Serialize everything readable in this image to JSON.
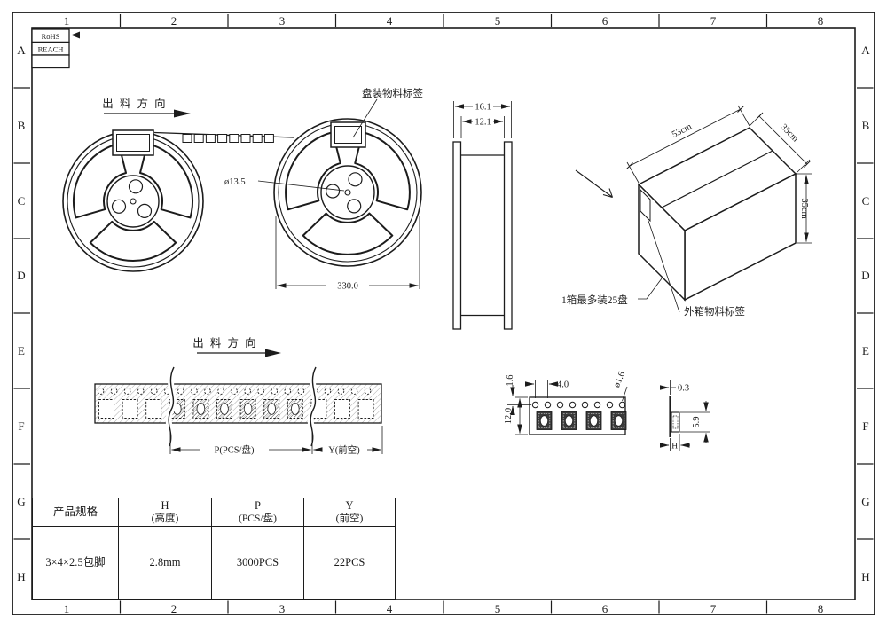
{
  "sheet": {
    "grid_cols": [
      "1",
      "2",
      "3",
      "4",
      "5",
      "6",
      "7",
      "8"
    ],
    "grid_rows": [
      "A",
      "B",
      "C",
      "D",
      "E",
      "F",
      "G",
      "H"
    ],
    "compliance": {
      "line1": "RoHS",
      "line2": "REACH"
    }
  },
  "annotations": {
    "flow_direction_top": "出 料 方 向",
    "flow_direction_tape": "出 料 方 向",
    "reel_label_note": "盘装物料标签",
    "carton_capacity_note": "1箱最多装25盘",
    "carton_label_note": "外箱物料标签"
  },
  "dimensions": {
    "reel_hub_hole_dia": "ø13.5",
    "reel_dia": "330.0",
    "spool_width_outer": "16.1",
    "spool_width_inner": "12.1",
    "carton_length": "53cm",
    "carton_depth": "35cm",
    "carton_height": "35cm",
    "tape_loaded_span": "P(PCS/盘)",
    "tape_leader_span": "Y(前空)",
    "sprocket_edge_margin": "1.6",
    "sprocket_pitch": "4.0",
    "sprocket_hole_dia": "ø1.6",
    "tape_width": "12.0",
    "tape_thickness": "0.3",
    "pocket_depth": "5.9",
    "component_height": "H"
  },
  "spec_table": {
    "headers": [
      {
        "l1": "产品规格",
        "l2": ""
      },
      {
        "l1": "H",
        "l2": "(高度)"
      },
      {
        "l1": "P",
        "l2": "(PCS/盘)"
      },
      {
        "l1": "Y",
        "l2": "(前空)"
      }
    ],
    "rows": [
      [
        "3×4×2.5包脚",
        "2.8mm",
        "3000PCS",
        "22PCS"
      ]
    ]
  }
}
